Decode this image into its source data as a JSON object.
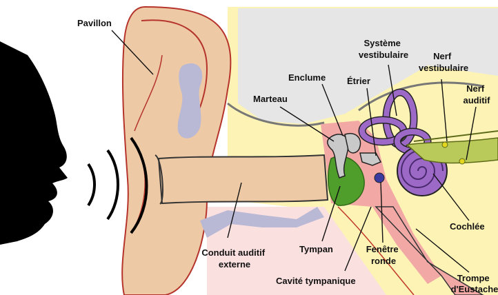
{
  "labels": {
    "pavillon": "Pavillon",
    "enclume": "Enclume",
    "systeme_l1": "Système",
    "systeme_l2": "vestibulaire",
    "nerf_vest_l1": "Nerf",
    "nerf_vest_l2": "vestibulaire",
    "nerf_aud_l1": "Nerf",
    "nerf_aud_l2": "auditif",
    "marteau": "Marteau",
    "etrier": "Étrier",
    "cochlee": "Cochlée",
    "conduit_l1": "Conduit auditif",
    "conduit_l2": "externe",
    "tympan": "Tympan",
    "fenetre_l1": "Fenêtre",
    "fenetre_l2": "ronde",
    "cavite": "Cavité tympanique",
    "trompe_l1": "Trompe",
    "trompe_l2": "d'Eustache"
  },
  "colors": {
    "skin": "#edc9a5",
    "skin_dark": "#d9a57b",
    "bone_area": "#fcf3b5",
    "gray_bg": "#e6e6e6",
    "cartilage": "#b9b9d6",
    "eardrum": "#4f9d2b",
    "ossicles": "#c9c9c9",
    "middle_ear": "#f2a9a5",
    "cochlea": "#9d69c6",
    "nerve": "#b9c95a",
    "vessel": "#c0392b"
  },
  "icons": [
    "head-silhouette-icon",
    "sound-waves-icon"
  ]
}
